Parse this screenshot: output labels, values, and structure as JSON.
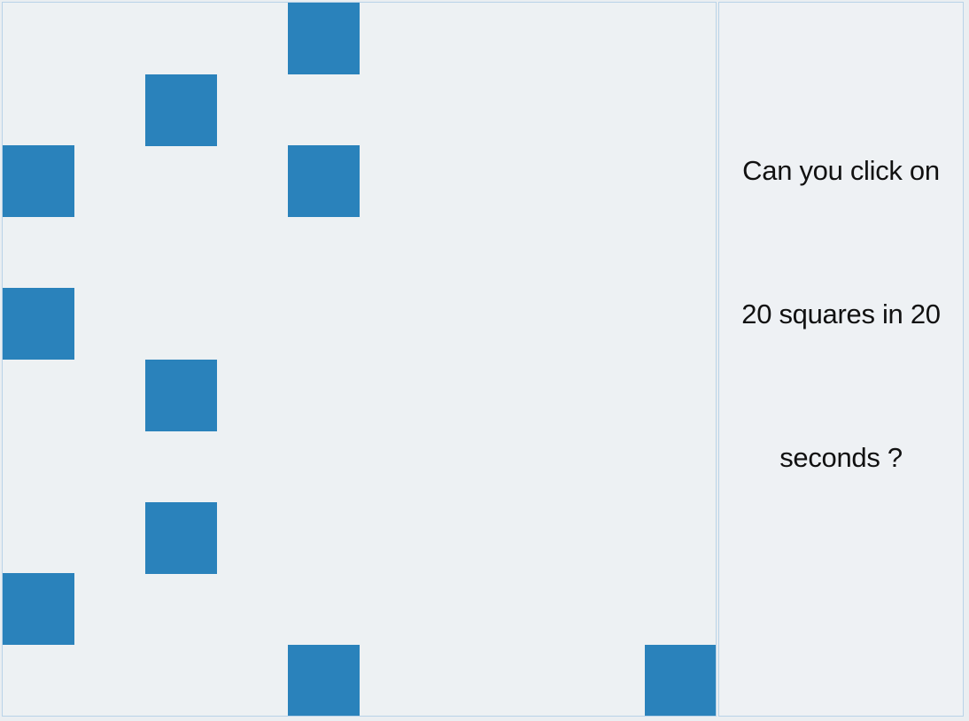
{
  "colors": {
    "square": "#2a82bb",
    "board_background": "#edf1f3",
    "panel_background": "#eef1f4",
    "border": "#b9d3e8"
  },
  "board": {
    "grid_size": 10,
    "squares": [
      {
        "col": 4,
        "row": 0
      },
      {
        "col": 2,
        "row": 1
      },
      {
        "col": 0,
        "row": 2
      },
      {
        "col": 4,
        "row": 2
      },
      {
        "col": 0,
        "row": 4
      },
      {
        "col": 2,
        "row": 5
      },
      {
        "col": 2,
        "row": 7
      },
      {
        "col": 0,
        "row": 8
      },
      {
        "col": 4,
        "row": 9
      },
      {
        "col": 9,
        "row": 9
      }
    ]
  },
  "panel": {
    "line1": "Can you click on",
    "line2": "20 squares in 20",
    "line3": "seconds ?"
  }
}
